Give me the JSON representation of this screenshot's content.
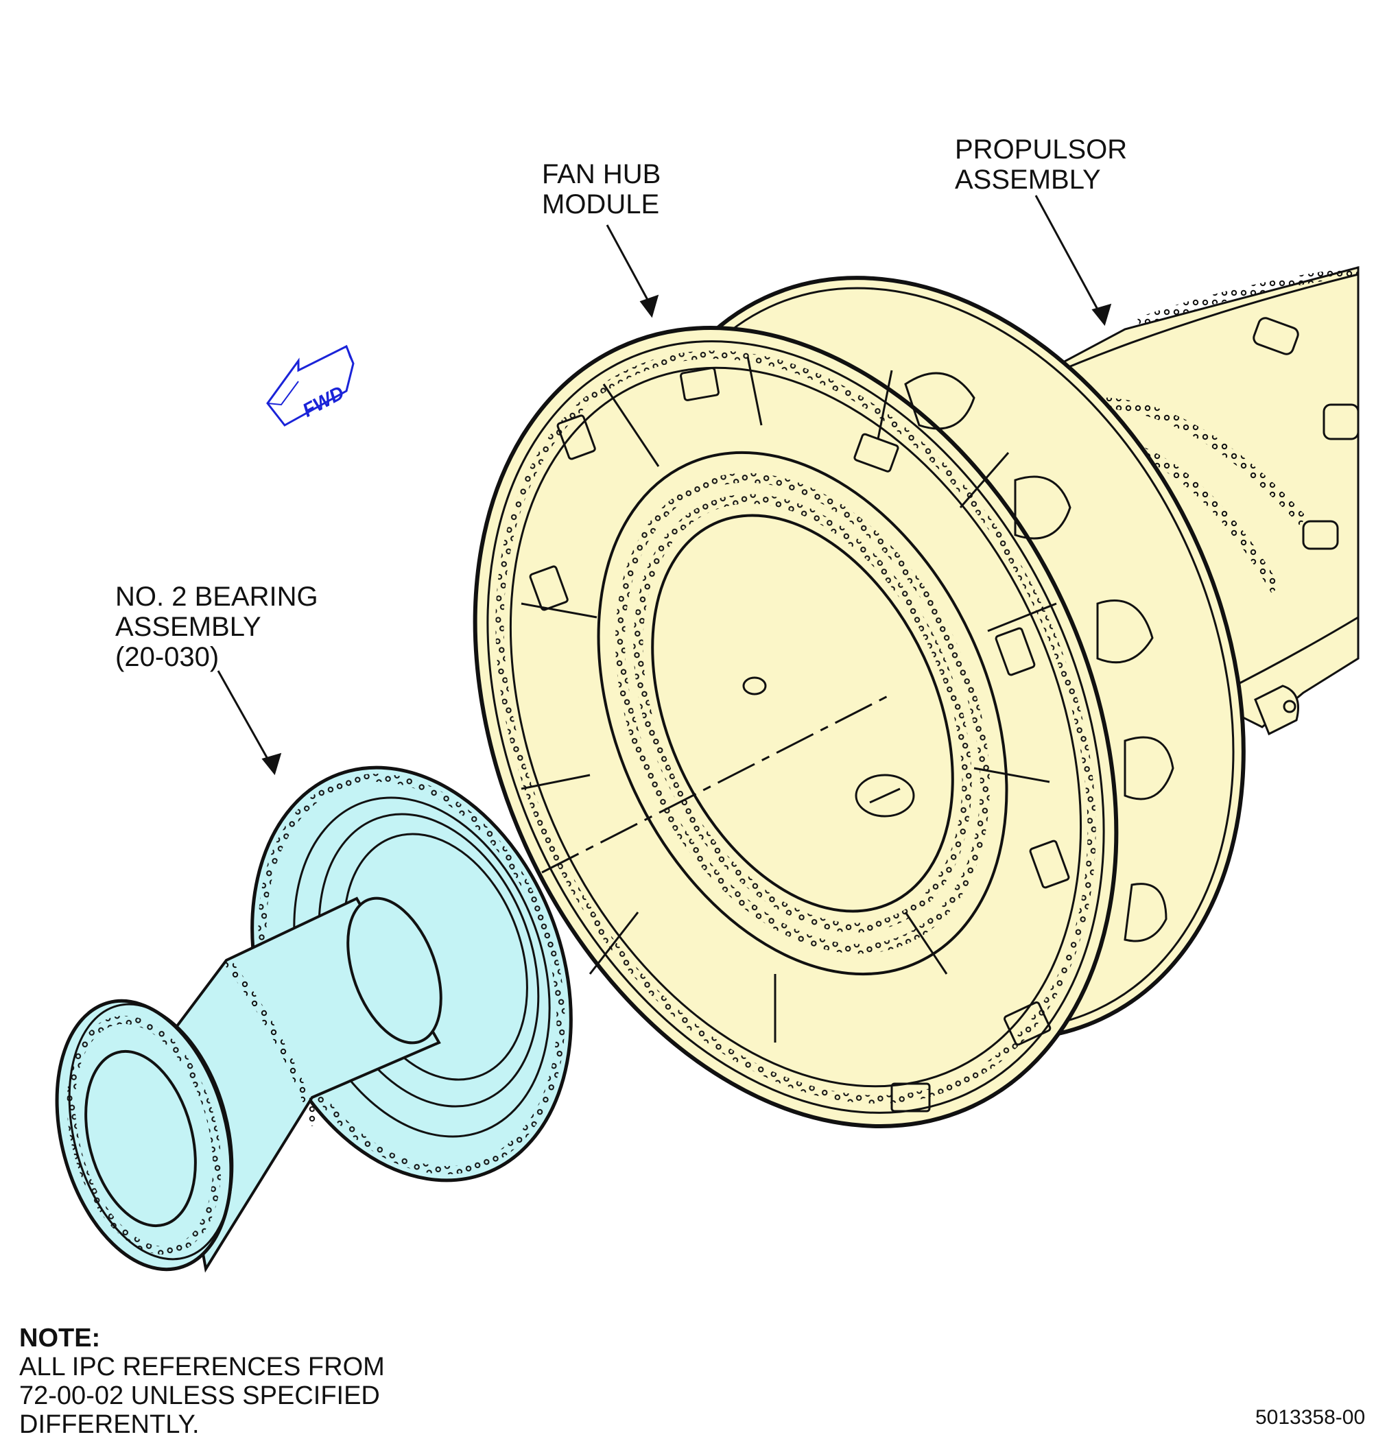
{
  "labels": {
    "fan_hub": [
      "FAN HUB",
      "MODULE"
    ],
    "propulsor": [
      "PROPULSOR",
      "ASSEMBLY"
    ],
    "bearing": [
      "NO. 2 BEARING",
      "ASSEMBLY",
      "(20-030)"
    ]
  },
  "fwd_arrow": {
    "text": "FWD",
    "color": "#1a23d8"
  },
  "note": {
    "heading": "NOTE:",
    "lines": [
      "ALL IPC REFERENCES FROM",
      "72-00-02 UNLESS SPECIFIED",
      "DIFFERENTLY."
    ]
  },
  "figure_number": "5013358-00",
  "colors": {
    "fan_hub_fill": "#fbf6c8",
    "bearing_fill": "#c4f3f5",
    "line": "#111111"
  }
}
